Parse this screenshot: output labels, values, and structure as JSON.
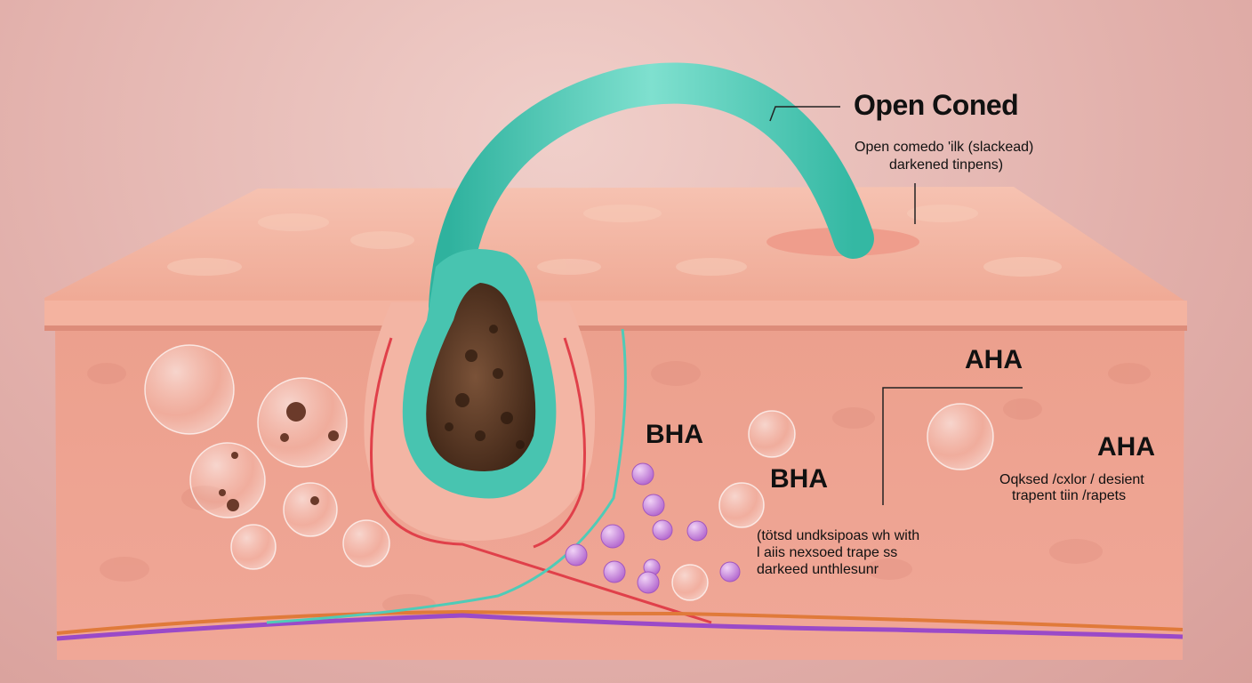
{
  "labels": {
    "title": "Open Coned",
    "subtitle_line1": "Open comedo 'ilk (slackead)",
    "subtitle_line2": "darkened tinpens)",
    "aha_upper": "AHA",
    "aha_right": "AHA",
    "aha_note_line1": "Oqksed /cxlor / desient",
    "aha_note_line2": "trapent tiin /rapets",
    "bha_left": "BHA",
    "bha_center": "BHA",
    "bha_note_line1": "(tötsd undksipoas wh with",
    "bha_note_line2": "l  aiis nexsoed trape ss",
    "bha_note_line3": "darkeed unthlesunr"
  },
  "colors": {
    "skin_top": "#f2b29f",
    "skin_body": "#eda392",
    "teal": "#4fcbb7",
    "plug": "#5a3a26",
    "red_line": "#e0404a",
    "purple_line": "#9a4ac8",
    "orange_line": "#e07a3a",
    "bha_particle": "#c27ad6"
  }
}
